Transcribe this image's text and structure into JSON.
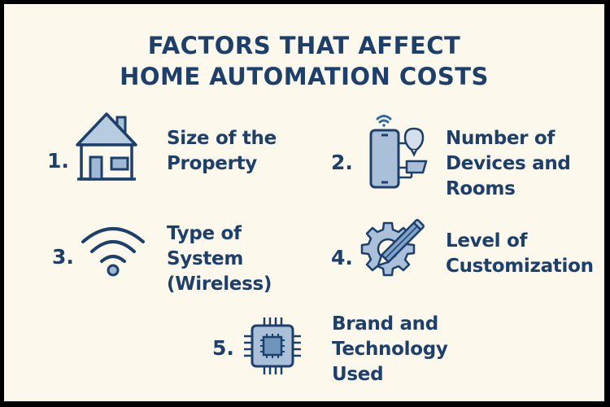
{
  "title": {
    "line1": "FACTORS THAT AFFECT",
    "line2": "HOME AUTOMATION COSTS"
  },
  "colors": {
    "background": "#fdf8ec",
    "text": "#1d3f6b",
    "icon_fill": "#a9c0d8",
    "border": "#000000"
  },
  "factors": [
    {
      "number": "1.",
      "line1": "Size of the",
      "line2": "Property",
      "line3": "",
      "icon": "house-icon"
    },
    {
      "number": "2.",
      "line1": "Number of",
      "line2": "Devices and",
      "line3": "Rooms",
      "icon": "smartphone-devices-icon"
    },
    {
      "number": "3.",
      "line1": "Type of",
      "line2": "System",
      "line3": "(Wireless)",
      "icon": "wifi-icon"
    },
    {
      "number": "4.",
      "line1": "Level of",
      "line2": "Customization",
      "line3": "",
      "icon": "gear-pencil-icon"
    },
    {
      "number": "5.",
      "line1": "Brand and",
      "line2": "Technology",
      "line3": "Used",
      "icon": "microchip-icon"
    }
  ]
}
